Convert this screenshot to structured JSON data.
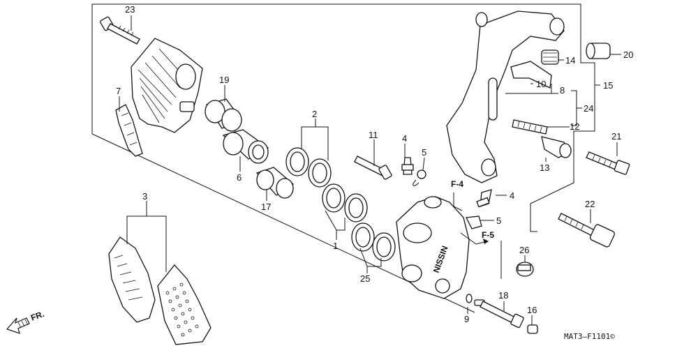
{
  "diagram": {
    "ref_code": "MAT3—F1101©",
    "direction_marker": "FR.",
    "caliper_brand": "NISSIN",
    "section_refs": [
      "F-4",
      "F-5"
    ],
    "callouts": [
      "1",
      "2",
      "3",
      "4",
      "4",
      "5",
      "5",
      "6",
      "7",
      "8",
      "9",
      "10",
      "11",
      "12",
      "13",
      "14",
      "15",
      "16",
      "17",
      "18",
      "19",
      "20",
      "21",
      "22",
      "23",
      "24",
      "25",
      "26"
    ],
    "icons": [
      "fr-arrow-icon",
      "flow-arrow-icon"
    ]
  }
}
